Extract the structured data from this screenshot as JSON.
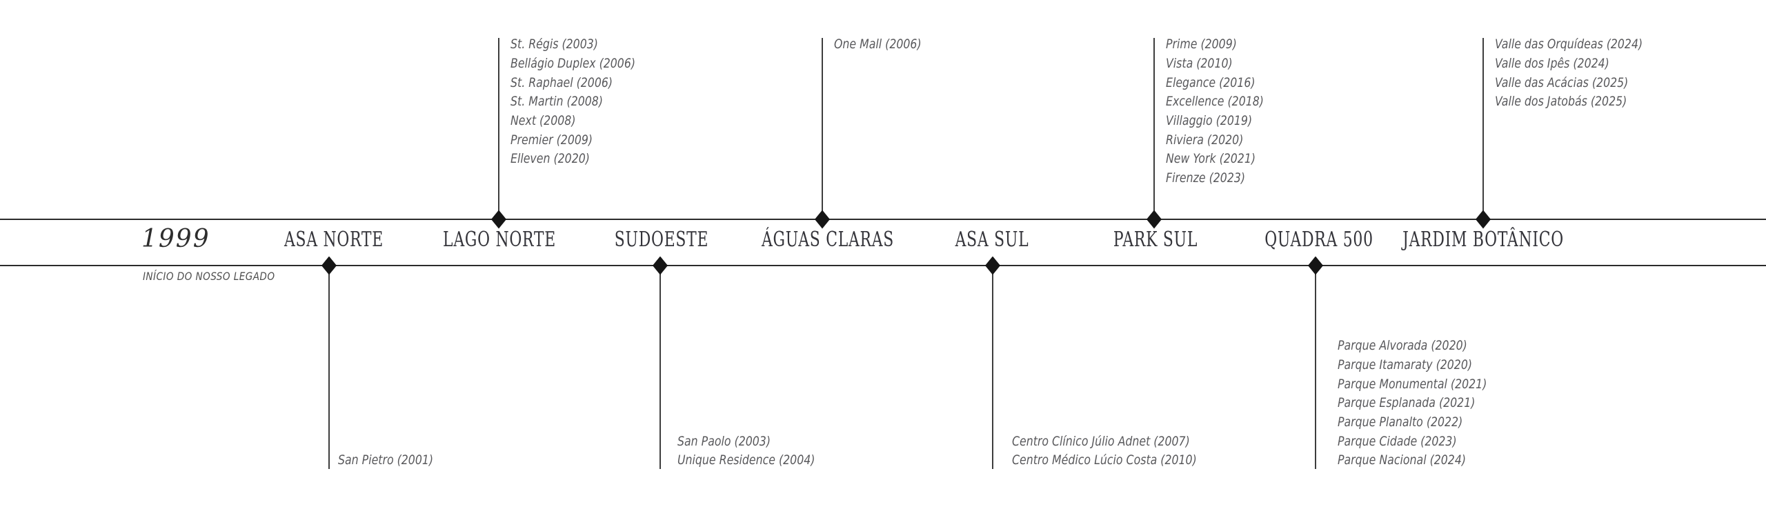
{
  "era": {
    "year": "1999",
    "subtitle": "INÍCIO DO NOSSO LEGADO"
  },
  "locations": [
    {
      "label": "ASA NORTE",
      "side": "below",
      "projects": [
        "San Pietro (2001)"
      ]
    },
    {
      "label": "LAGO NORTE",
      "side": "above",
      "projects": [
        "St. Régis (2003)",
        "Bellágio Duplex (2006)",
        "St. Raphael (2006)",
        "St. Martin (2008)",
        "Next (2008)",
        "Premier (2009)",
        "Elleven (2020)"
      ]
    },
    {
      "label": "SUDOESTE",
      "side": "below",
      "projects": [
        "San Paolo (2003)",
        "Unique Residence (2004)"
      ]
    },
    {
      "label": "ÁGUAS CLARAS",
      "side": "above",
      "projects": [
        "One Mall (2006)"
      ]
    },
    {
      "label": "ASA SUL",
      "side": "below",
      "projects": [
        "Centro Clínico Júlio Adnet (2007)",
        "Centro Médico Lúcio Costa (2010)"
      ]
    },
    {
      "label": "PARK SUL",
      "side": "above",
      "projects": [
        "Prime (2009)",
        "Vista (2010)",
        "Elegance (2016)",
        "Excellence (2018)",
        "Villaggio (2019)",
        "Riviera (2020)",
        "New York (2021)",
        "Firenze (2023)"
      ]
    },
    {
      "label": "QUADRA 500",
      "side": "below",
      "projects": [
        "Parque Alvorada (2020)",
        "Parque Itamaraty (2020)",
        "Parque Monumental (2021)",
        "Parque Esplanada (2021)",
        "Parque Planalto (2022)",
        "Parque Cidade (2023)",
        "Parque Nacional (2024)"
      ]
    },
    {
      "label": "JARDIM BOTÂNICO",
      "side": "above",
      "projects": [
        "Valle das Orquídeas (2024)",
        "Valle dos Ipês (2024)",
        "Valle das Acácias (2025)",
        "Valle dos Jatobás (2025)"
      ]
    }
  ],
  "colors": {
    "timeline_line": "#2b2b2b",
    "marker": "#151515",
    "label_text": "#34343a",
    "project_text": "#58585b"
  }
}
